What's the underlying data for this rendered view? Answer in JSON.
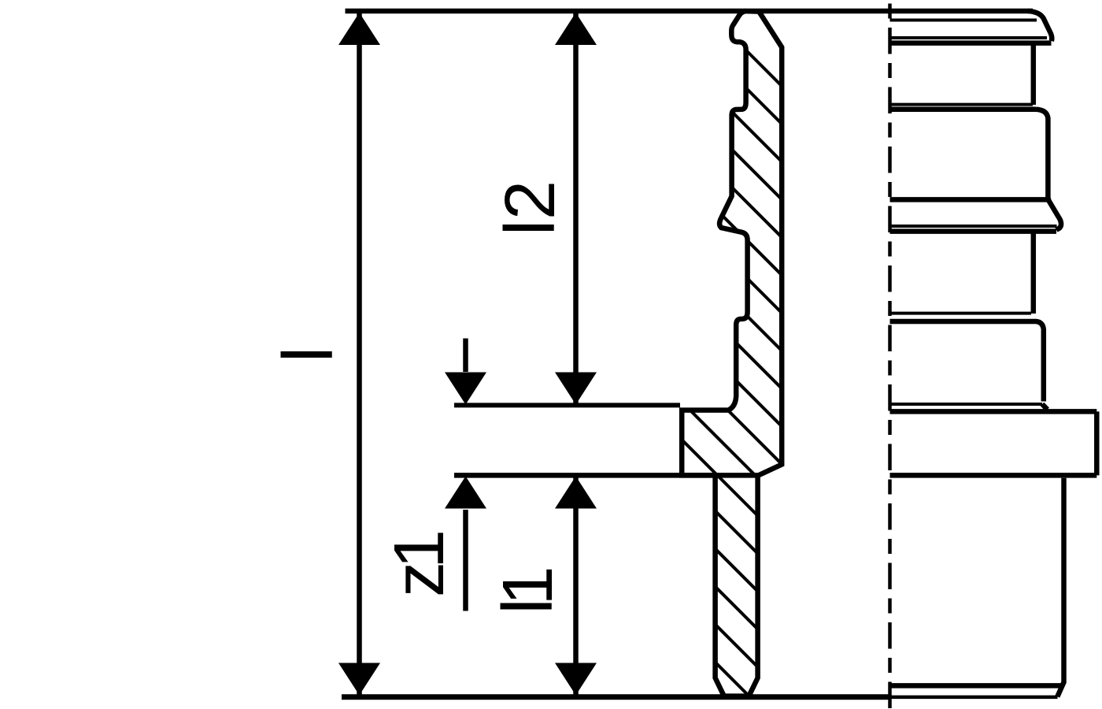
{
  "figure": {
    "type": "engineering-cross-section",
    "description": "Sectioned technical drawing of a pipe fitting with barbed sleeve end, centre flange collar and plain lower end; left half shown in section with 45-degree hatching, right half shown as outside view about a vertical dash-dot centreline.",
    "ink_color": "#000000",
    "background_color": "#ffffff"
  },
  "dimensions": {
    "overall_length": {
      "label": "l"
    },
    "upper_length": {
      "label": "l2"
    },
    "lower_length": {
      "label": "l1"
    },
    "offset": {
      "label": "z1"
    }
  }
}
